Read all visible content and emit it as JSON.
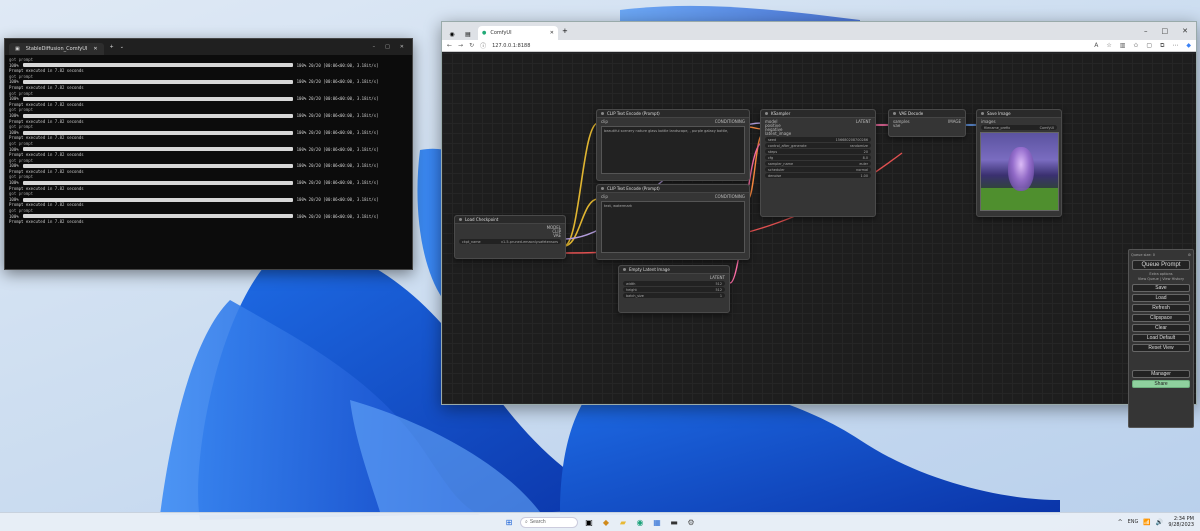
{
  "terminal": {
    "tab_title": "StableDiffusion_ComfyUI",
    "controls": [
      "+",
      "⌄",
      "–",
      "□",
      "✕"
    ],
    "progress_stat": "100% 20/20 [00:06<00:00, 3.18it/s]",
    "line_label": "100%",
    "line_prefix": "got prompt",
    "executed": "Prompt executed in 7.82 seconds"
  },
  "browser": {
    "tab_title": "ComfyUI",
    "url": "127.0.0.1:8188",
    "window_controls": [
      "–",
      "□",
      "✕"
    ]
  },
  "nodes": {
    "checkpoint": {
      "title": "Load Checkpoint",
      "outputs": [
        "MODEL",
        "CLIP",
        "VAE"
      ],
      "ckpt": "ckpt_name",
      "ckpt_value": "v1-5-pruned-emaonly.safetensors"
    },
    "pos_prompt": {
      "title": "CLIP Text Encode (Prompt)",
      "input": "clip",
      "output": "CONDITIONING",
      "text": "beautiful scenery nature glass bottle landscape, , purple galaxy bottle,"
    },
    "neg_prompt": {
      "title": "CLIP Text Encode (Prompt)",
      "input": "clip",
      "output": "CONDITIONING",
      "text": "text, watermark"
    },
    "latent": {
      "title": "Empty Latent Image",
      "output": "LATENT",
      "rows": [
        {
          "k": "width",
          "v": "512"
        },
        {
          "k": "height",
          "v": "512"
        },
        {
          "k": "batch_size",
          "v": "1"
        }
      ]
    },
    "ksampler": {
      "title": "KSampler",
      "inputs": [
        "model",
        "positive",
        "negative",
        "latent_image"
      ],
      "output": "LATENT",
      "rows": [
        {
          "k": "seed",
          "v": "156680208700286"
        },
        {
          "k": "control_after_generate",
          "v": "randomize"
        },
        {
          "k": "steps",
          "v": "20"
        },
        {
          "k": "cfg",
          "v": "8.0"
        },
        {
          "k": "sampler_name",
          "v": "euler"
        },
        {
          "k": "scheduler",
          "v": "normal"
        },
        {
          "k": "denoise",
          "v": "1.00"
        }
      ]
    },
    "vae": {
      "title": "VAE Decode",
      "inputs": [
        "samples",
        "vae"
      ],
      "output": "IMAGE"
    },
    "save": {
      "title": "Save Image",
      "input": "images",
      "prefix_k": "filename_prefix",
      "prefix_v": "ComfyUI"
    }
  },
  "menu": {
    "queue_size": "Queue size: 0",
    "queue_button": "Queue Prompt",
    "extra": "Extra options",
    "view": "View Queue | View History",
    "buttons": [
      "Save",
      "Load",
      "Refresh",
      "Clipspace",
      "Clear",
      "Load Default",
      "Reset View"
    ],
    "manager": "Manager",
    "share": "Share"
  },
  "taskbar": {
    "search": "Search",
    "tray": [
      "^",
      "ENG",
      "📶",
      "🔊"
    ],
    "time": "2:34 PM",
    "date": "9/28/2023"
  },
  "colors": {
    "accent": "#1d64d8",
    "link_yellow": "#e0b531",
    "link_pink": "#ff6fa8",
    "link_red": "#e05050",
    "link_blue": "#6aa6ff"
  }
}
